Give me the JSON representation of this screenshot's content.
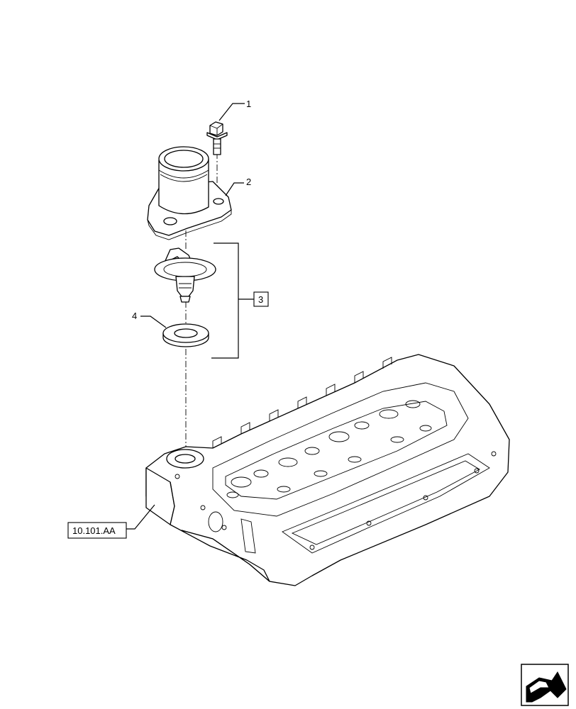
{
  "callouts": {
    "c1": "1",
    "c2": "2",
    "c3": "3",
    "c4": "4"
  },
  "reference": {
    "label": "10.101.AA"
  },
  "nav": {
    "next_icon": "arrow-next-icon"
  }
}
